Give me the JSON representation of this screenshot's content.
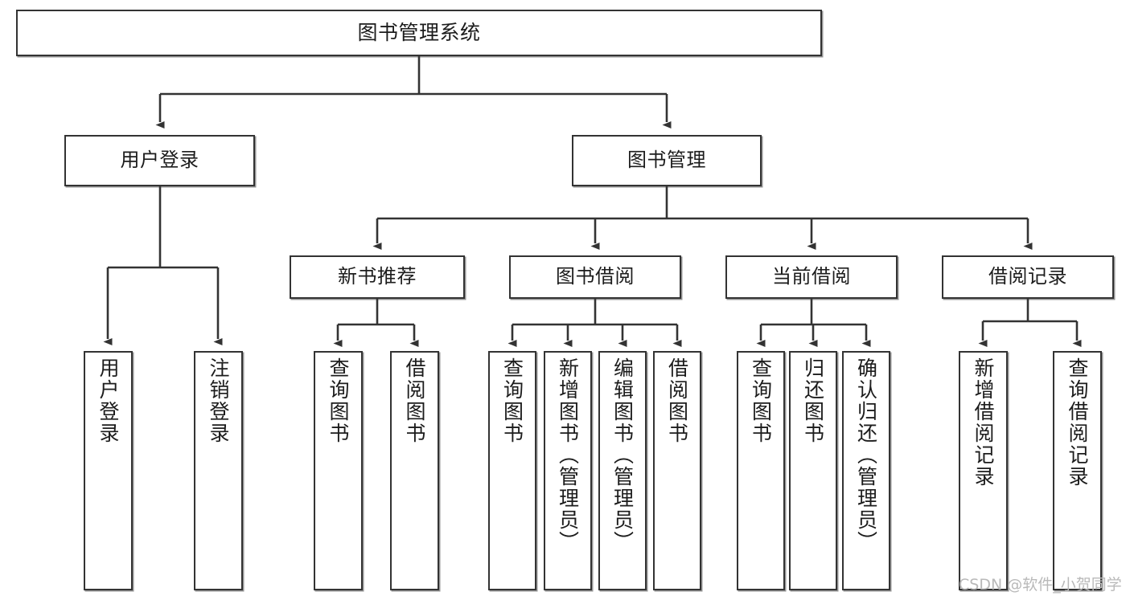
{
  "diagram": {
    "title": "图书管理系统",
    "type": "hierarchy-tree",
    "line_color": "#333333",
    "box_fill": "#ffffff",
    "text_color": "#1c1c1c",
    "watermark": "CSDN @软件_小贺同学"
  },
  "nodes": {
    "root": {
      "label": "图书管理系统",
      "level": 1
    },
    "l2": [
      {
        "id": "user-login",
        "label": "用户登录",
        "level": 2
      },
      {
        "id": "book-manage",
        "label": "图书管理",
        "level": 2
      }
    ],
    "l3": [
      {
        "id": "new-book-recommend",
        "label": "新书推荐",
        "level": 3
      },
      {
        "id": "book-borrow",
        "label": "图书借阅",
        "level": 3
      },
      {
        "id": "current-borrow",
        "label": "当前借阅",
        "level": 3
      },
      {
        "id": "borrow-record",
        "label": "借阅记录",
        "level": 3
      }
    ],
    "leaves": [
      {
        "id": "leaf-user-login",
        "label": "用户登录",
        "parent": "user-login"
      },
      {
        "id": "leaf-user-logout",
        "label": "注销登录",
        "parent": "user-login"
      },
      {
        "id": "leaf-query-book-1",
        "label": "查询图书",
        "parent": "new-book-recommend"
      },
      {
        "id": "leaf-borrow-book-1",
        "label": "借阅图书",
        "parent": "new-book-recommend"
      },
      {
        "id": "leaf-query-book-2",
        "label": "查询图书",
        "parent": "book-borrow"
      },
      {
        "id": "leaf-add-book",
        "label": "新增图书（管理员）",
        "parent": "book-borrow"
      },
      {
        "id": "leaf-edit-book",
        "label": "编辑图书（管理员）",
        "parent": "book-borrow"
      },
      {
        "id": "leaf-borrow-book-2",
        "label": "借阅图书",
        "parent": "book-borrow"
      },
      {
        "id": "leaf-query-book-3",
        "label": "查询图书",
        "parent": "current-borrow"
      },
      {
        "id": "leaf-return-book",
        "label": "归还图书",
        "parent": "current-borrow"
      },
      {
        "id": "leaf-confirm-return",
        "label": "确认归还（管理员）",
        "parent": "current-borrow"
      },
      {
        "id": "leaf-add-record",
        "label": "新增借阅记录",
        "parent": "borrow-record"
      },
      {
        "id": "leaf-query-record",
        "label": "查询借阅记录",
        "parent": "borrow-record"
      }
    ]
  }
}
